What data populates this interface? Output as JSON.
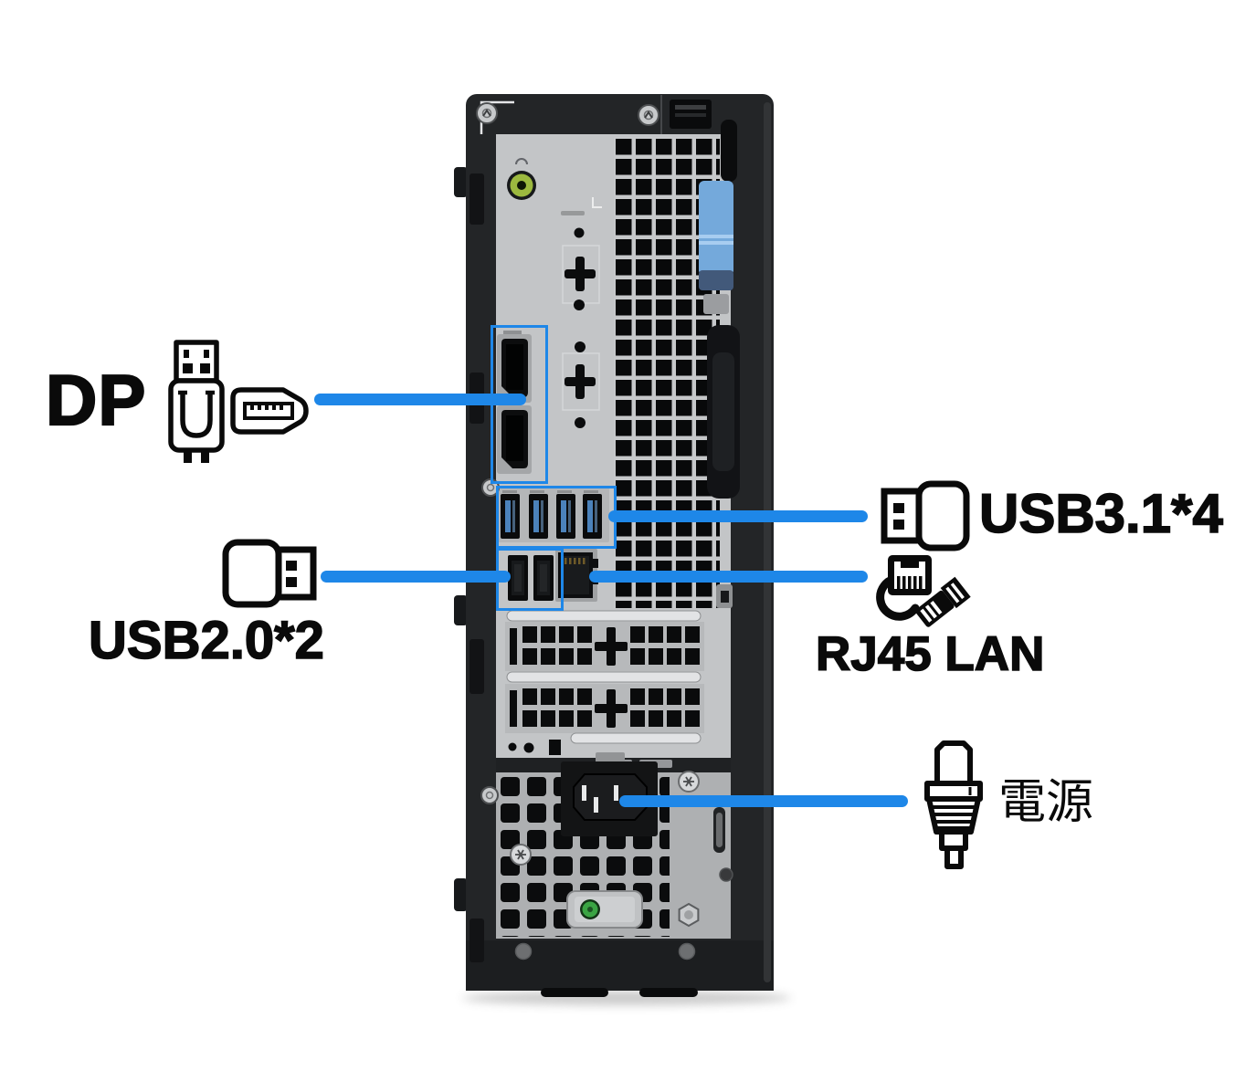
{
  "figure": {
    "type": "annotated-product-rear-view",
    "subject": "small-form-factor desktop PC rear panel with port callouts"
  },
  "annotations": {
    "dp": {
      "label": "DP",
      "icons": [
        "usb-plug-icon",
        "micro-usb-connector-icon"
      ]
    },
    "usb31": {
      "label": "USB3.1*4",
      "icon": "usb-flash-drive-icon"
    },
    "usb20": {
      "label": "USB2.0*2",
      "icon": "usb-flash-drive-icon"
    },
    "rj45": {
      "label": "RJ45 LAN",
      "icon": "rj45-cable-icon"
    },
    "power": {
      "label": "電源",
      "icon": "power-plug-icon"
    }
  },
  "ports_visible": {
    "displayport": 2,
    "usb_3_1": 4,
    "usb_2_0": 2,
    "rj45_lan": 1,
    "power_inlet_c14": 1,
    "audio_line_out": 1
  },
  "colors": {
    "annotation_blue": "#1E87E8",
    "usb3_port_blue": "#4B82BB",
    "latch_blue": "#74A9DB",
    "audio_jack_green": "#9CB93F",
    "power_led_green": "#3AA443",
    "chassis_dark": "#232527",
    "panel_gray": "#C3C5C7"
  }
}
